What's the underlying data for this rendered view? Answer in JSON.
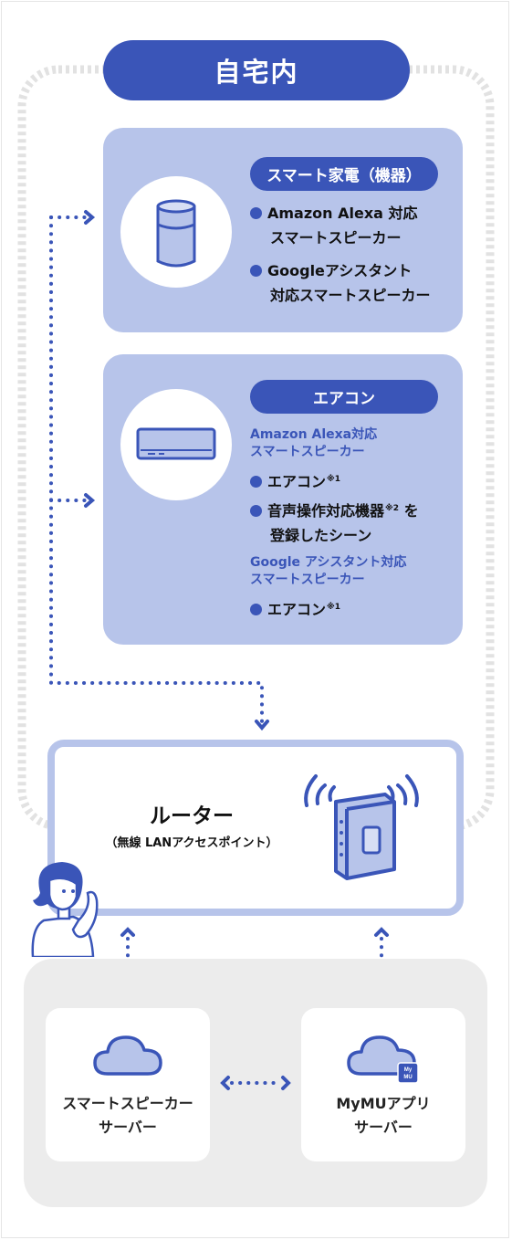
{
  "home": {
    "label": "自宅内"
  },
  "device_card_1": {
    "tag": "スマート家電（機器）",
    "items": [
      {
        "line1": "Amazon Alexa 対応",
        "line2": "スマートスピーカー"
      },
      {
        "line1": "Googleアシスタント",
        "line2": "対応スマートスピーカー"
      }
    ]
  },
  "device_card_2": {
    "tag": "エアコン",
    "alexa_heading_1": "Amazon Alexa対応",
    "alexa_heading_2": "スマートスピーカー",
    "alexa_item_1": "エアコン",
    "alexa_item_1_note": "※1",
    "alexa_item_2_a": "音声操作対応機器",
    "alexa_item_2_note": "※2",
    "alexa_item_2_b": " を",
    "alexa_item_2_line2": "登録したシーン",
    "google_heading_1": "Google アシスタント対応",
    "google_heading_2": "スマートスピーカー",
    "google_item_1": "エアコン",
    "google_item_1_note": "※1"
  },
  "router": {
    "title": "ルーター",
    "subtitle": "（無線 LANアクセスポイント）"
  },
  "servers": {
    "left": {
      "line1": "スマートスピーカー",
      "line2": "サーバー"
    },
    "right": {
      "line1": "MyMUアプリ",
      "line2": "サーバー",
      "badge": "My MU"
    }
  },
  "colors": {
    "primary": "#3a55b8",
    "card": "#b7c4ea",
    "zone": "#ececec",
    "cloud": "#b7c4ea"
  }
}
